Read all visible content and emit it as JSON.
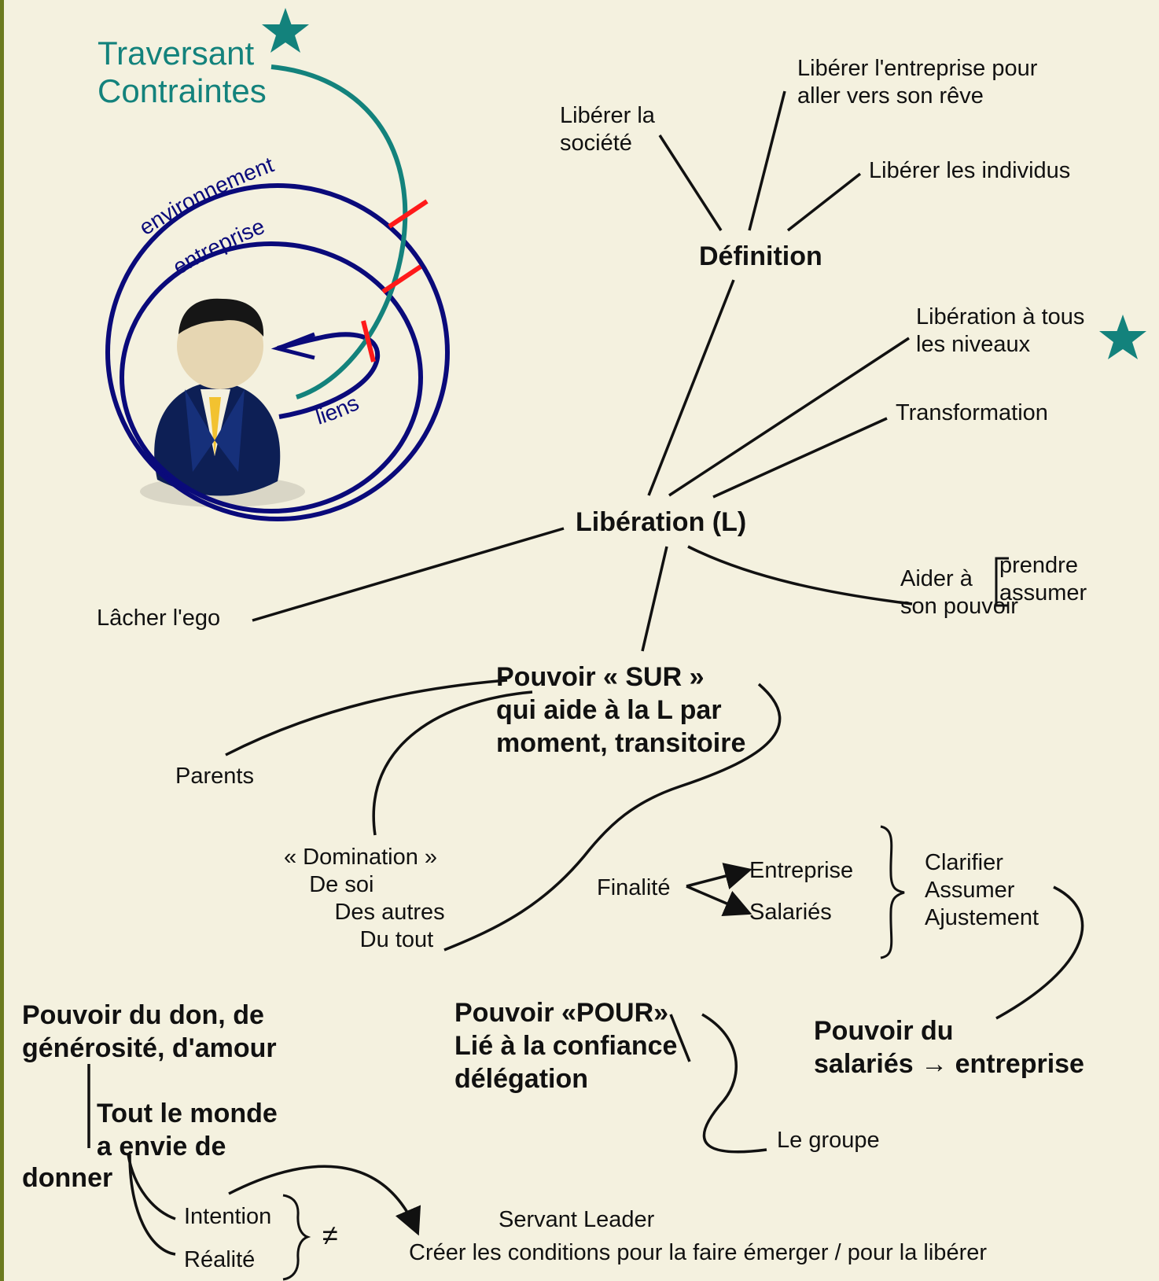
{
  "colors": {
    "background": "#f4f1df",
    "border": "#6b7a1f",
    "teal": "#13827c",
    "navy": "#0a0a7a",
    "red": "#ff1a1a",
    "line": "#111111"
  },
  "illustration": {
    "title": "Traversant\nContraintes",
    "ring_outer": "environnement",
    "ring_inner": "entreprise",
    "ring_links": "liens",
    "person_icon": "businessman-icon",
    "star_icon": "star-icon"
  },
  "definition": {
    "title": "Définition",
    "branches": [
      "Libérer la\nsociété",
      "Libérer l'entreprise pour\naller vers son rêve",
      "Libérer les individus"
    ]
  },
  "liberation": {
    "title": "Libération (L)",
    "branches": [
      "Libération à tous\nles niveaux",
      "Transformation",
      "Lâcher l'ego",
      "Aider à\nson pouvoir"
    ],
    "brace_items": "prendre\nassumer"
  },
  "pouvoir_sur": {
    "title": "Pouvoir « SUR »\nqui aide à la L par\nmoment, transitoire",
    "parents": "Parents",
    "domination": "« Domination »\n    De soi\n        Des autres\n            Du tout"
  },
  "finalite": {
    "label": "Finalité",
    "targets": [
      "Entreprise",
      "Salariés"
    ],
    "actions": "Clarifier\nAssumer\nAjustement"
  },
  "pouvoir_salaries": "Pouvoir du\nsalariés → entreprise",
  "pouvoir_pour": {
    "title": "Pouvoir «POUR»\nLié à la confiance\ndélégation",
    "group": "Le groupe"
  },
  "pouvoir_don": {
    "title": "Pouvoir du don, de\ngénérosité, d'amour",
    "everyone_a": "Tout le monde\na envie de",
    "everyone_b": "donner",
    "intention": "Intention",
    "realite": "Réalité",
    "not_equal": "≠"
  },
  "servant": {
    "title": "Servant Leader",
    "text": "Créer les conditions pour la faire émerger / pour la libérer"
  }
}
